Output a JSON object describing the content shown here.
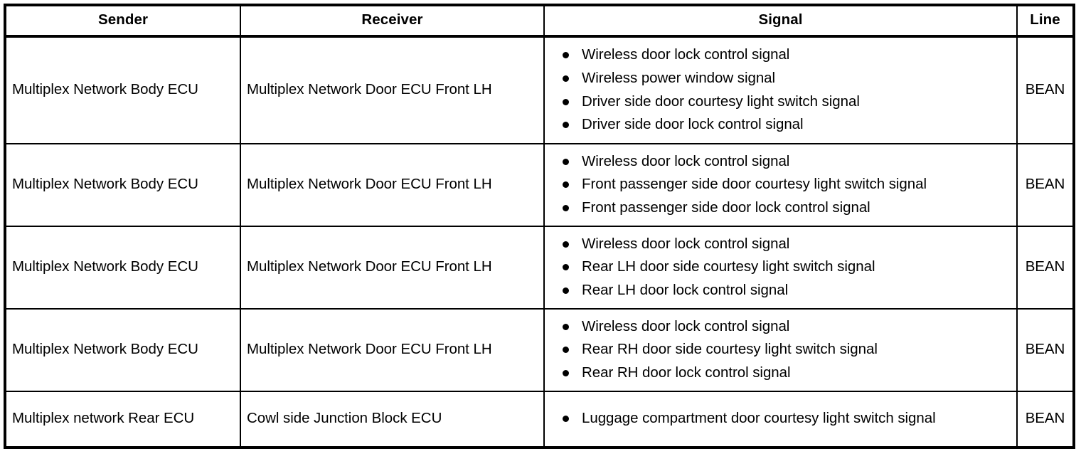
{
  "table": {
    "columns": [
      {
        "key": "sender",
        "label": "Sender"
      },
      {
        "key": "receiver",
        "label": "Receiver"
      },
      {
        "key": "signal",
        "label": "Signal"
      },
      {
        "key": "line",
        "label": "Line"
      }
    ],
    "rows": [
      {
        "sender": "Multiplex Network Body ECU",
        "receiver": "Multiplex Network Door ECU Front LH",
        "signals": [
          "Wireless door lock control signal",
          "Wireless power window signal",
          "Driver side door courtesy light switch signal",
          "Driver side door lock control signal"
        ],
        "line": "BEAN"
      },
      {
        "sender": "Multiplex Network Body ECU",
        "receiver": "Multiplex Network Door ECU Front LH",
        "signals": [
          "Wireless door lock control signal",
          "Front passenger side door courtesy light switch signal",
          "Front passenger side door lock control signal"
        ],
        "line": "BEAN"
      },
      {
        "sender": "Multiplex Network Body ECU",
        "receiver": "Multiplex Network Door ECU Front LH",
        "signals": [
          "Wireless door lock control signal",
          "Rear LH door side courtesy light switch signal",
          "Rear LH door lock control signal"
        ],
        "line": "BEAN"
      },
      {
        "sender": "Multiplex Network Body ECU",
        "receiver": "Multiplex Network Door ECU Front LH",
        "signals": [
          "Wireless door lock control signal",
          "Rear RH door side courtesy light switch signal",
          "Rear RH door lock control signal"
        ],
        "line": "BEAN"
      },
      {
        "sender": "Multiplex network Rear ECU",
        "receiver": "Cowl side Junction Block ECU",
        "signals": [
          "Luggage compartment door courtesy light switch signal"
        ],
        "line": "BEAN"
      }
    ]
  },
  "colors": {
    "border": "#000000",
    "text": "#000000",
    "background": "#ffffff"
  }
}
